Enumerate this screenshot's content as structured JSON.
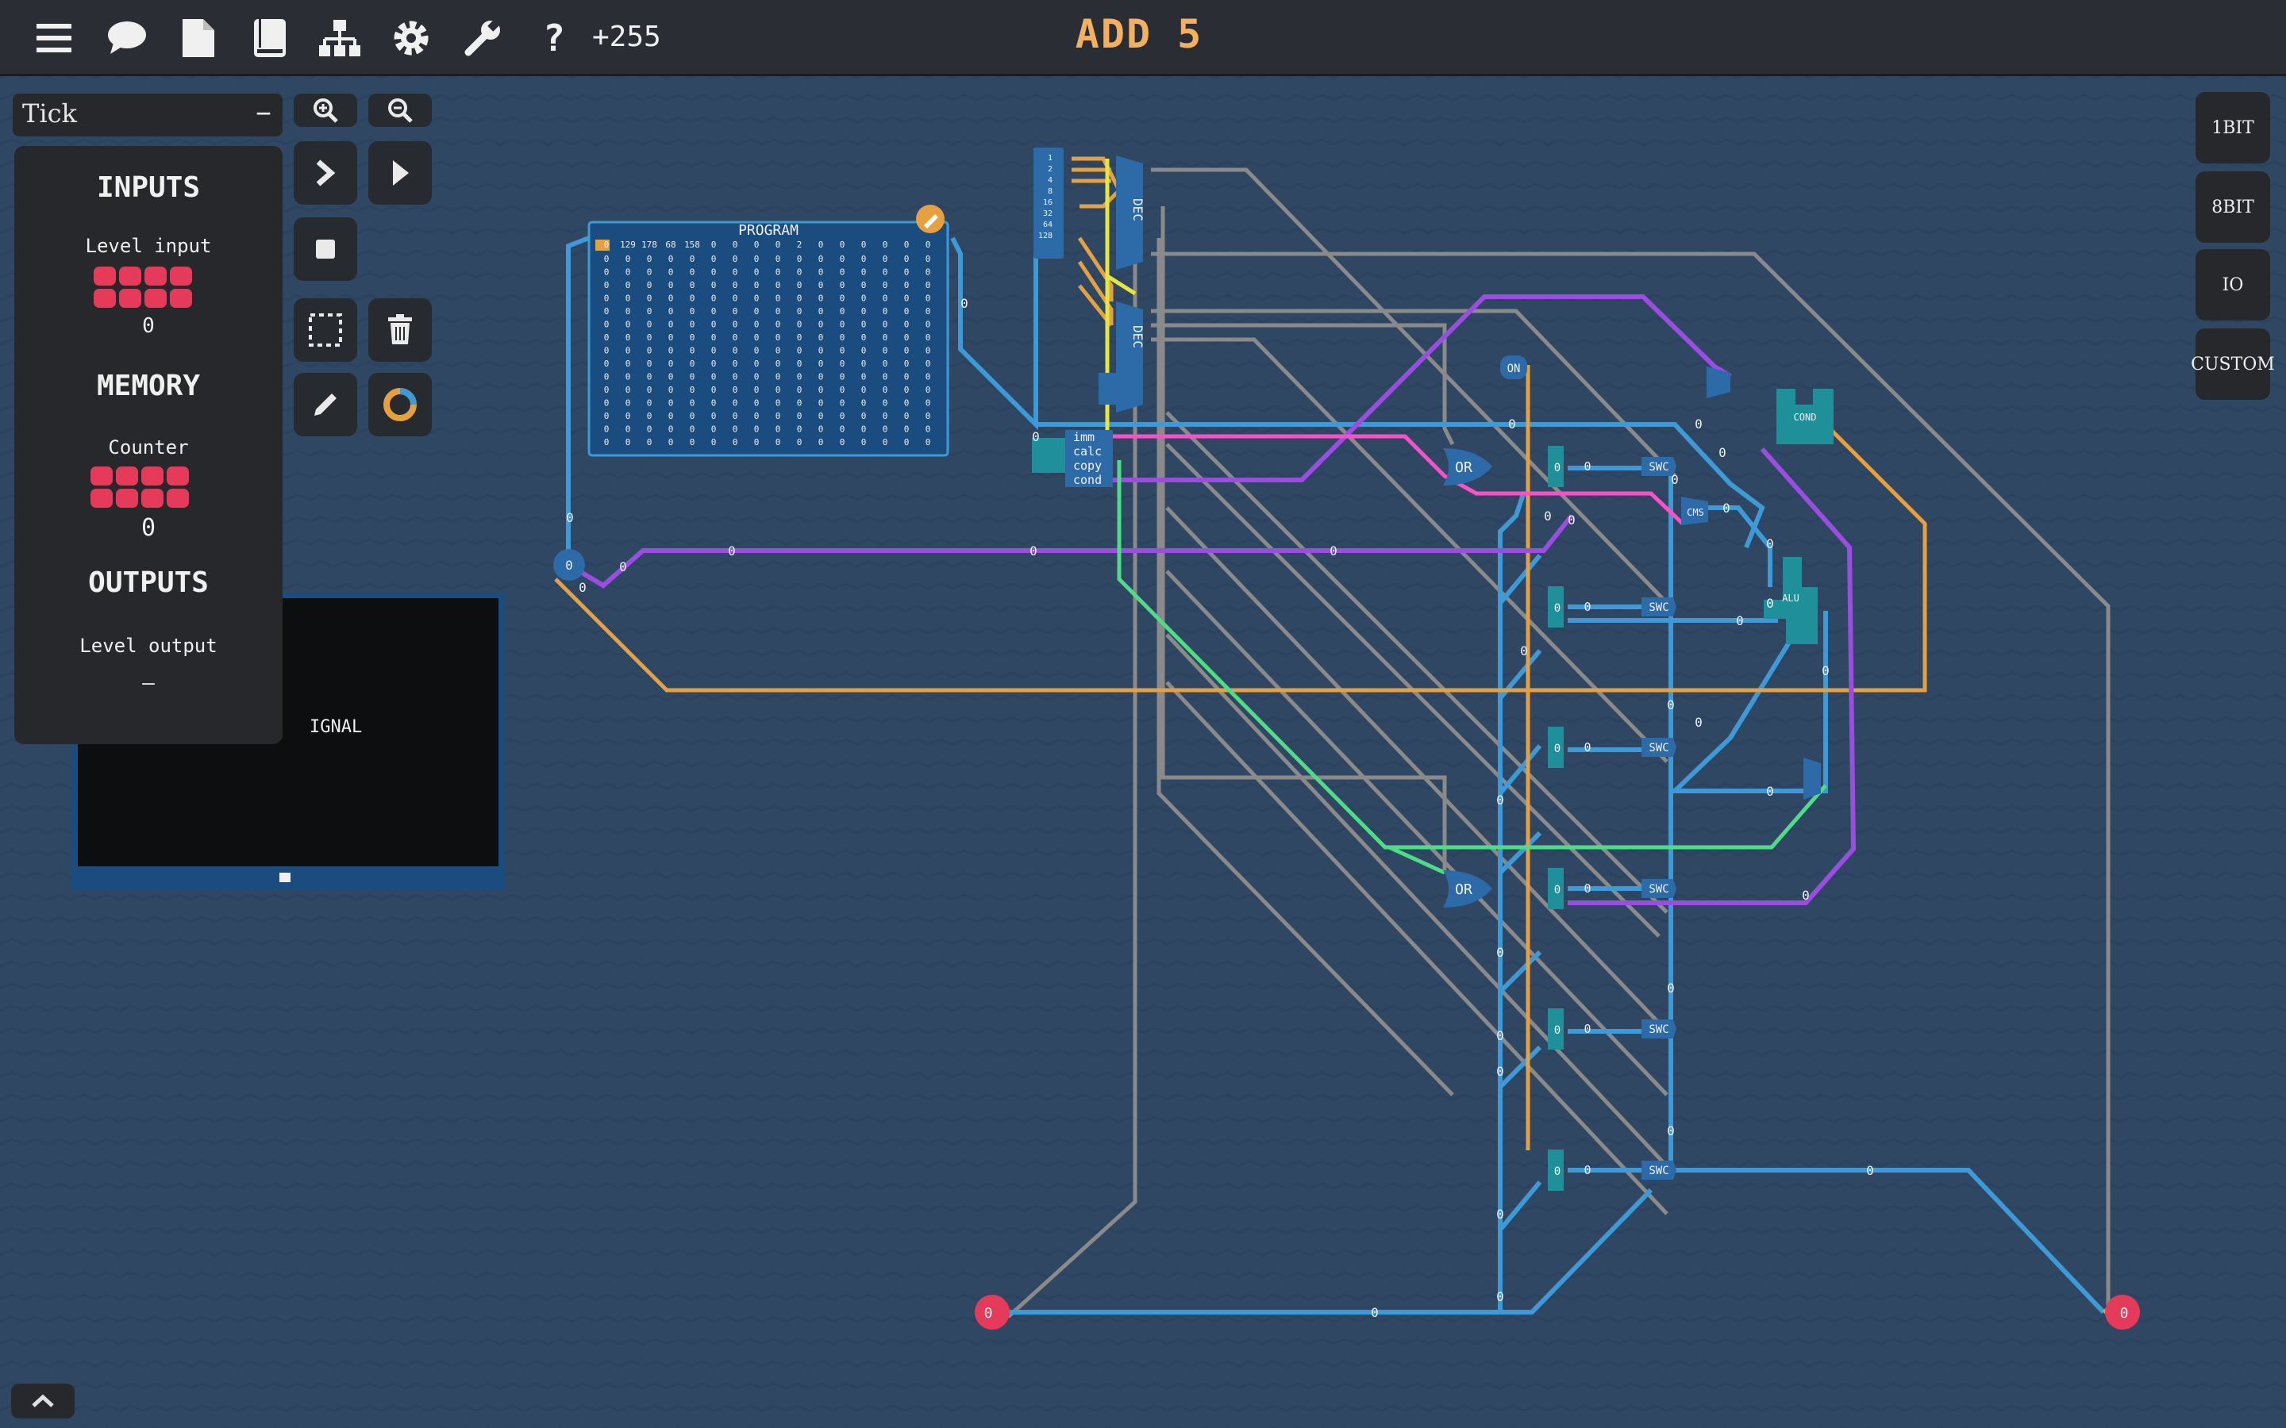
{
  "header": {
    "score": "+255",
    "level_title": "ADD 5"
  },
  "toolbar": {
    "tick_label": "Tick",
    "tick_toggle": "–"
  },
  "left_panel": {
    "inputs_title": "INPUTS",
    "level_input_label": "Level input",
    "level_input_value": "0",
    "memory_title": "MEMORY",
    "counter_label": "Counter",
    "counter_value": "0",
    "outputs_title": "OUTPUTS",
    "level_output_label": "Level output",
    "level_output_value": "–"
  },
  "console": {
    "text": "IGNAL"
  },
  "side_buttons": [
    "1BIT",
    "8BIT",
    "IO",
    "CUSTOM"
  ],
  "program": {
    "title": "PROGRAM",
    "header_row": "0 129 178 68 158 0 0 0 0 2 0 0 0 0 0 0",
    "first_value": "0"
  },
  "components": {
    "or_label": "OR",
    "switch_label": "SWC",
    "on_label": "ON",
    "dec_label": "DEC",
    "cond_label": "COND",
    "alu_label": "ALU",
    "cmp_label": "CMS",
    "wire_zero": "0",
    "instr_labels": [
      "imm",
      "calc",
      "copy",
      "cond"
    ],
    "bit_labels": [
      "1",
      "2",
      "4",
      "8",
      "16",
      "32",
      "64",
      "128"
    ]
  },
  "colors": {
    "background": "#2f4763",
    "blue_wire": "#3d9ad6",
    "orange_wire": "#e5a040",
    "purple_wire": "#9a4de0",
    "gray_wire": "#8a8a8a",
    "green_wire": "#4fdc86",
    "yellow_wire": "#e6e640",
    "pink_wire": "#ff4fc8",
    "accent": "#f2b060",
    "led_red": "#e53a5a"
  }
}
